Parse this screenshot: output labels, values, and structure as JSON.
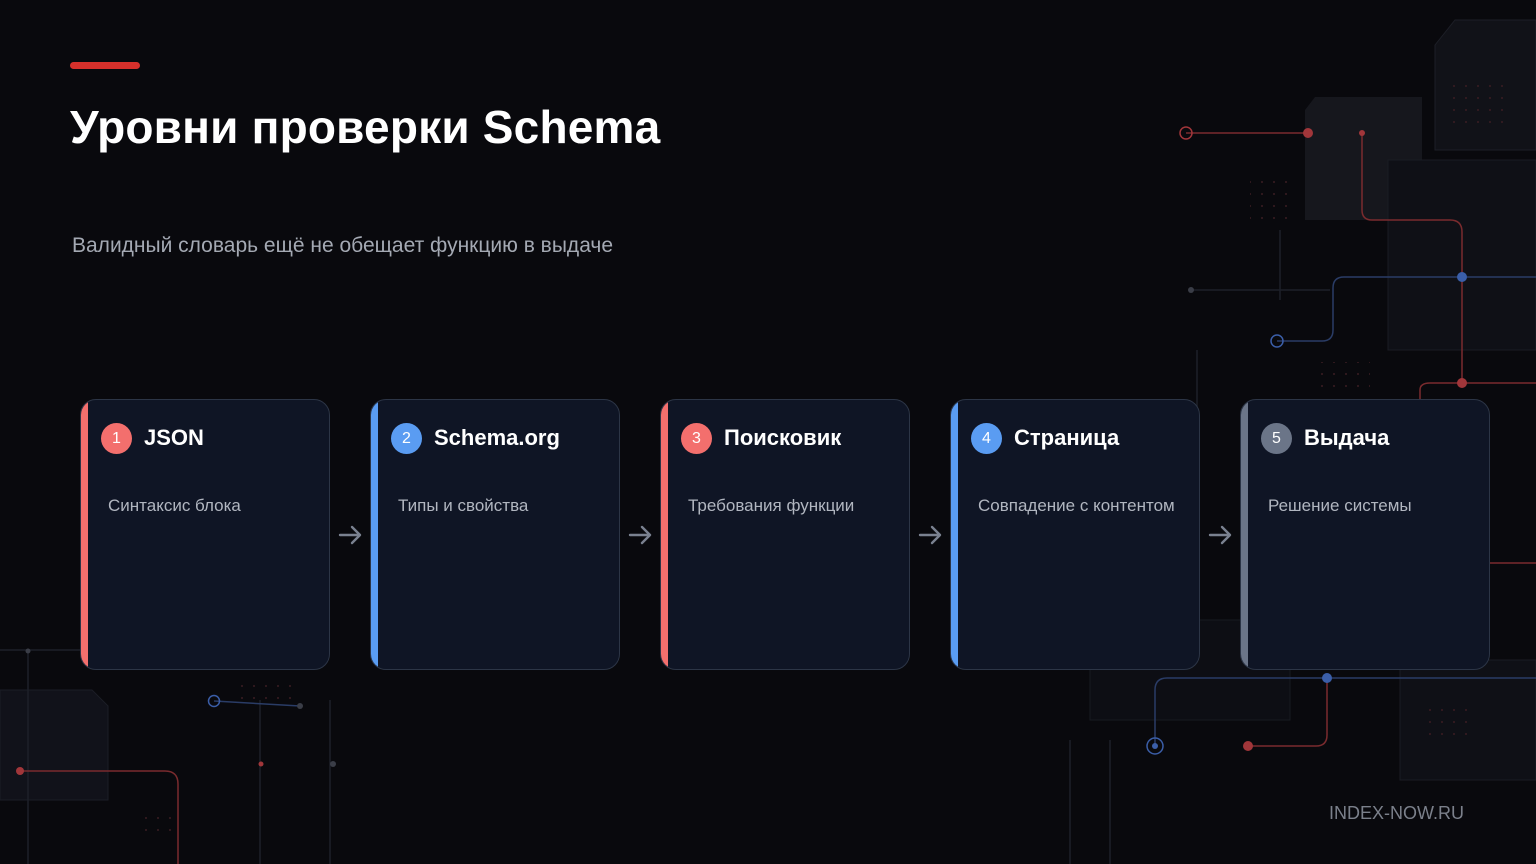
{
  "title": "Уровни проверки Schema",
  "subtitle": "Валидный словарь ещё не обещает функцию в выдаче",
  "footer": "INDEX-NOW.RU",
  "colors": {
    "accent_red": "#d8302b",
    "card_red": "#f36f6d",
    "card_blue": "#5a9cf2",
    "card_gray": "#6b7588",
    "card_bg": "#0f1525",
    "arrow": "#7a8190"
  },
  "steps": [
    {
      "number": "1",
      "title": "JSON",
      "description": "Синтаксис блока",
      "color": "#f36f6d"
    },
    {
      "number": "2",
      "title": "Schema.org",
      "description": "Типы и свойства",
      "color": "#5a9cf2"
    },
    {
      "number": "3",
      "title": "Поисковик",
      "description": "Требования функции",
      "color": "#f36f6d"
    },
    {
      "number": "4",
      "title": "Страница",
      "description": "Совпадение с контентом",
      "color": "#5a9cf2"
    },
    {
      "number": "5",
      "title": "Выдача",
      "description": "Решение системы",
      "color": "#6b7588"
    }
  ],
  "connector_icon": "arrow-right-icon"
}
